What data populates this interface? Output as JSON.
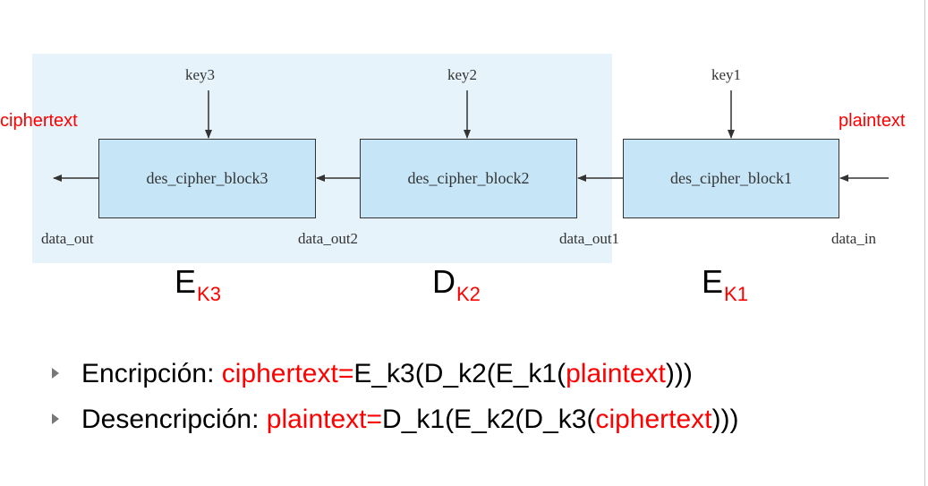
{
  "diagram": {
    "blocks": [
      "des_cipher_block3",
      "des_cipher_block2",
      "des_cipher_block1"
    ],
    "keys": [
      "key3",
      "key2",
      "key1"
    ],
    "ports": {
      "data_out": "data_out",
      "data_out2": "data_out2",
      "data_out1": "data_out1",
      "data_in": "data_in"
    },
    "ciphertext_label": "ciphertext",
    "plaintext_label": "plaintext"
  },
  "operations": [
    {
      "letter": "E",
      "sub": "K3"
    },
    {
      "letter": "D",
      "sub": "K2"
    },
    {
      "letter": "E",
      "sub": "K1"
    }
  ],
  "bullets": {
    "encrypt": {
      "label": "Encripción: ",
      "red_left": "ciphertext=",
      "mid": "E_k3(D_k2(E_k1(",
      "red_right": "plaintext",
      "end": ")))"
    },
    "decrypt": {
      "label": "Desencripción: ",
      "red_left": "plaintext=",
      "mid": "D_k1(E_k2(D_k3(",
      "red_right": "ciphertext",
      "end": ")))"
    }
  },
  "colors": {
    "highlight": "#ff0000",
    "block_fill": "#c6e6f8",
    "background_panel": "#e6f3fb"
  }
}
